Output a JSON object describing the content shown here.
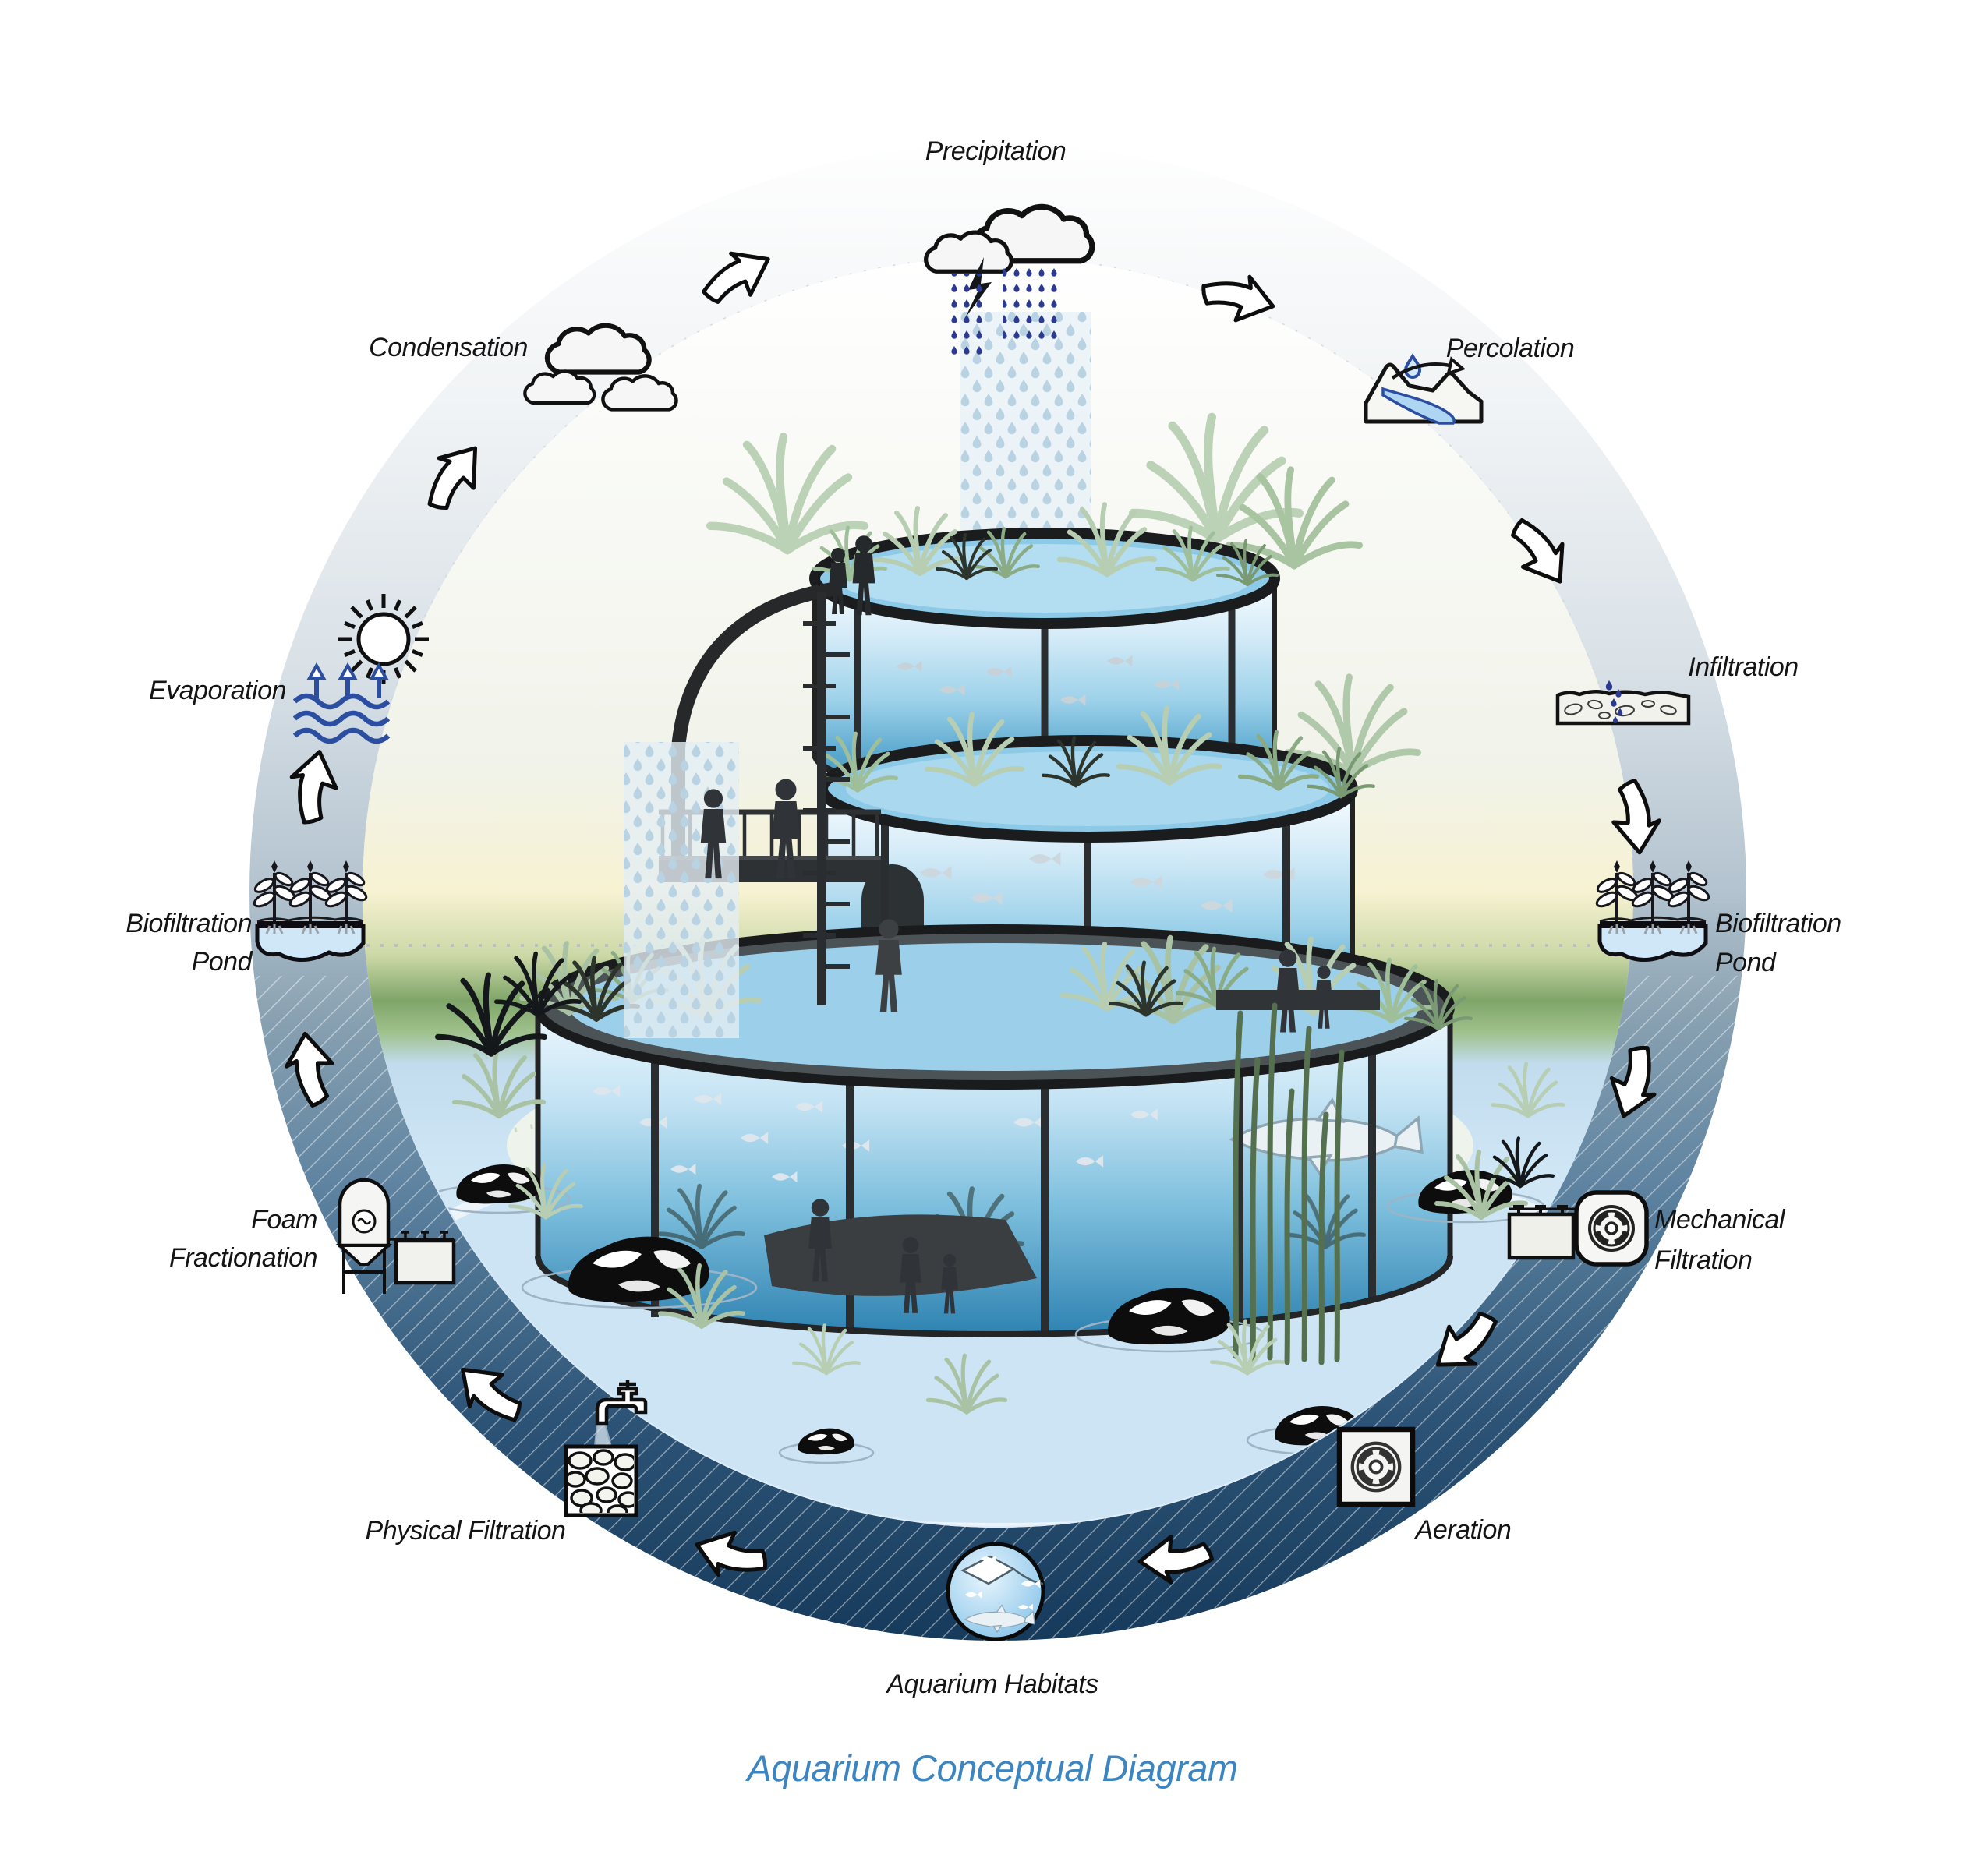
{
  "title": "Aquarium Conceptual Diagram",
  "diagram_type": "circular water-cycle diagram around an aquarium tower illustration",
  "flow": "clockwise",
  "stages": [
    {
      "name": "precipitation",
      "label": "Precipitation",
      "icon": "storm-cloud-icon"
    },
    {
      "name": "percolation",
      "label": "Percolation",
      "icon": "runoff-surface-icon"
    },
    {
      "name": "infiltration",
      "label": "Infiltration",
      "icon": "porous-ground-icon"
    },
    {
      "name": "biofiltration-pond-right",
      "lines": [
        "Biofiltration",
        "Pond"
      ],
      "icon": "planted-pond-icon"
    },
    {
      "name": "mechanical-filtration",
      "lines": [
        "Mechanical",
        "Filtration"
      ],
      "icon": "pump-fan-icon"
    },
    {
      "name": "aeration",
      "label": "Aeration",
      "icon": "aerator-fan-icon"
    },
    {
      "name": "aquarium-habitats",
      "label": "Aquarium Habitats",
      "icon": "fish-globe-icon"
    },
    {
      "name": "physical-filtration",
      "label": "Physical Filtration",
      "icon": "tap-gravel-icon"
    },
    {
      "name": "foam-fractionation",
      "lines": [
        "Foam",
        "Fractionation"
      ],
      "icon": "protein-skimmer-icon"
    },
    {
      "name": "biofiltration-pond-left",
      "lines": [
        "Biofiltration",
        "Pond"
      ],
      "icon": "planted-pond-icon"
    },
    {
      "name": "evaporation",
      "label": "Evaporation",
      "icon": "sun-waves-icon"
    },
    {
      "name": "condensation",
      "label": "Condensation",
      "icon": "clouds-icon"
    }
  ],
  "colors": {
    "ring_dark": "#16395a",
    "ring_light": "#eef1f4",
    "accent_navy": "#2b4ea0",
    "rain_navy": "#2c3b90",
    "tank_water": "#7fc2e2",
    "pond_blue": "#cde4f4",
    "vegetation_green": "#b7ceb2",
    "horizon_yellow": "#f7f2d2",
    "meadow_green": "#7fa569",
    "title_blue": "#3d85c0"
  }
}
